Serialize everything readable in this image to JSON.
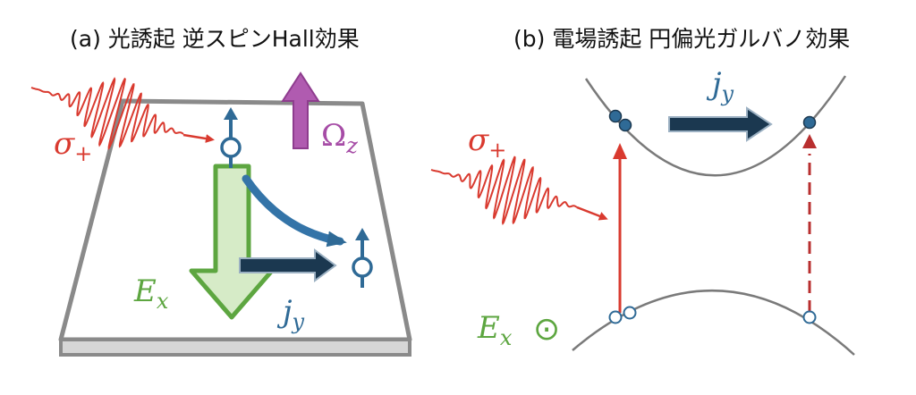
{
  "panel_a": {
    "title": "(a) 光誘起 逆スピンHall効果",
    "sigma_symbol": "σ",
    "sigma_sub": "+",
    "omega_symbol": "Ω",
    "omega_sub": "z",
    "field_symbol": "E",
    "field_sub": "x",
    "current_symbol": "j",
    "current_sub": "y"
  },
  "panel_b": {
    "title": "(b) 電場誘起 円偏光ガルバノ効果",
    "sigma_symbol": "σ",
    "sigma_sub": "+",
    "current_symbol": "j",
    "current_sub": "y",
    "field_symbol": "E",
    "field_sub": "x",
    "out_of_plane_symbol": "⊙"
  },
  "colors": {
    "red": "#d93a2f",
    "green": "#5da640",
    "green_fill": "#d6ebc7",
    "blue": "#2f6a96",
    "dark_navy": "#1b3850",
    "purple": "#a64ca6",
    "gray": "#7a7a7a"
  }
}
